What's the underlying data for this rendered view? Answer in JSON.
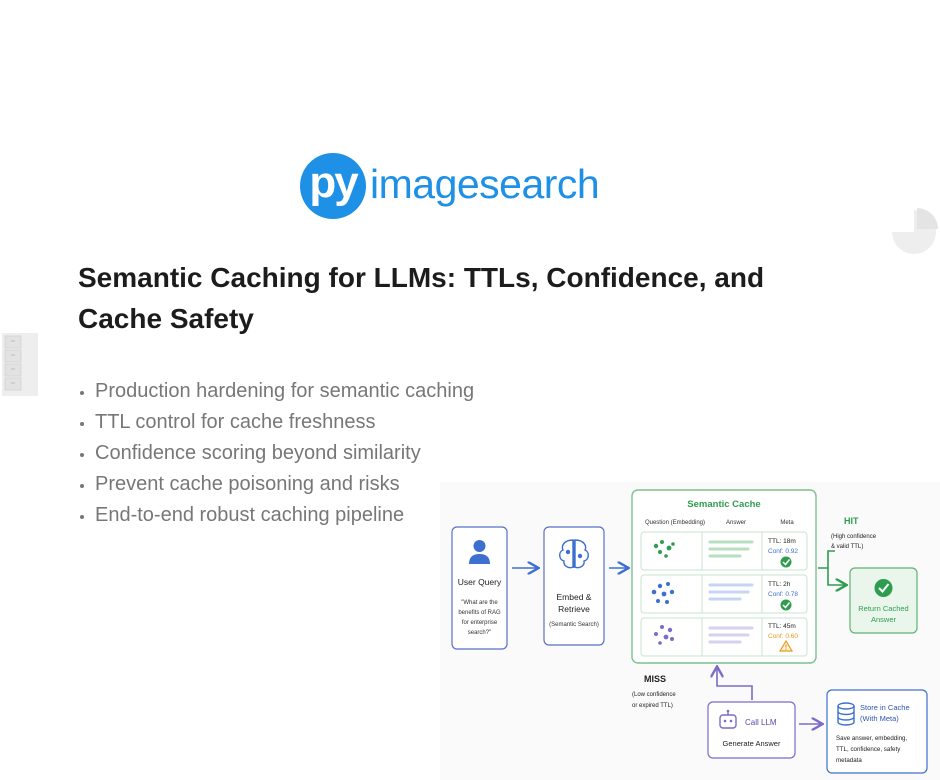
{
  "logo": {
    "mark": "py",
    "wordmark": "imagesearch"
  },
  "title": "Semantic Caching for LLMs: TTLs, Confidence, and Cache Safety",
  "bullets": [
    "Production hardening for semantic caching",
    "TTL control for cache freshness",
    "Confidence scoring beyond similarity",
    "Prevent cache poisoning and risks",
    "End-to-end robust caching pipeline"
  ],
  "diagram": {
    "user_query": {
      "label": "User Query",
      "quote_lines": [
        "\"What are the",
        "benefits of RAG",
        "for enterprise",
        "search?\""
      ]
    },
    "embed": {
      "label_lines": [
        "Embed &",
        "Retrieve"
      ],
      "sub": "(Semantic Search)"
    },
    "cache": {
      "title": "Semantic Cache",
      "headers": [
        "Question (Embedding)",
        "Answer",
        "Meta"
      ],
      "rows": [
        {
          "ttl": "TTL: 18m",
          "conf": "Conf: 0.92",
          "status": "check"
        },
        {
          "ttl": "TTL: 2h",
          "conf": "Conf: 0.78",
          "status": "check"
        },
        {
          "ttl": "TTL: 45m",
          "conf": "Conf: 0.60",
          "status": "warning"
        }
      ]
    },
    "hit": {
      "label": "HIT",
      "note_lines": [
        "(High confidence",
        "& valid TTL)"
      ]
    },
    "return_cached": {
      "label_lines": [
        "Return Cached",
        "Answer"
      ]
    },
    "miss": {
      "label": "MISS",
      "note_lines": [
        "(Low confidence",
        "or expired TTL)"
      ]
    },
    "llm": {
      "label": "Call LLM",
      "sub": "Generate Answer"
    },
    "store": {
      "label_lines": [
        "Store in Cache",
        "(With Meta)"
      ],
      "desc_lines": [
        "Save answer, embedding,",
        "TTL, confidence, safety",
        "metadata"
      ]
    },
    "colors": {
      "green": "#2e9d4f",
      "blue": "#3d6fd1",
      "purple": "#7b6cc7",
      "orange": "#e89a1d",
      "logo_blue": "#1e90e6"
    }
  }
}
